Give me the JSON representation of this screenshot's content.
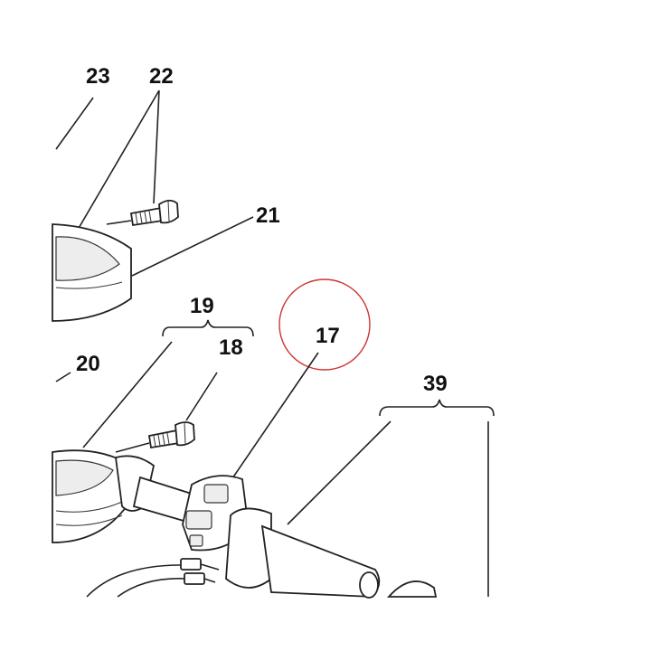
{
  "labels": {
    "l23": "23",
    "l22": "22",
    "l21": "21",
    "l19": "19",
    "l18": "18",
    "l20": "20",
    "l17": "17",
    "l39": "39"
  },
  "colors": {
    "highlight_circle": "#cc3333",
    "line": "#222222"
  }
}
